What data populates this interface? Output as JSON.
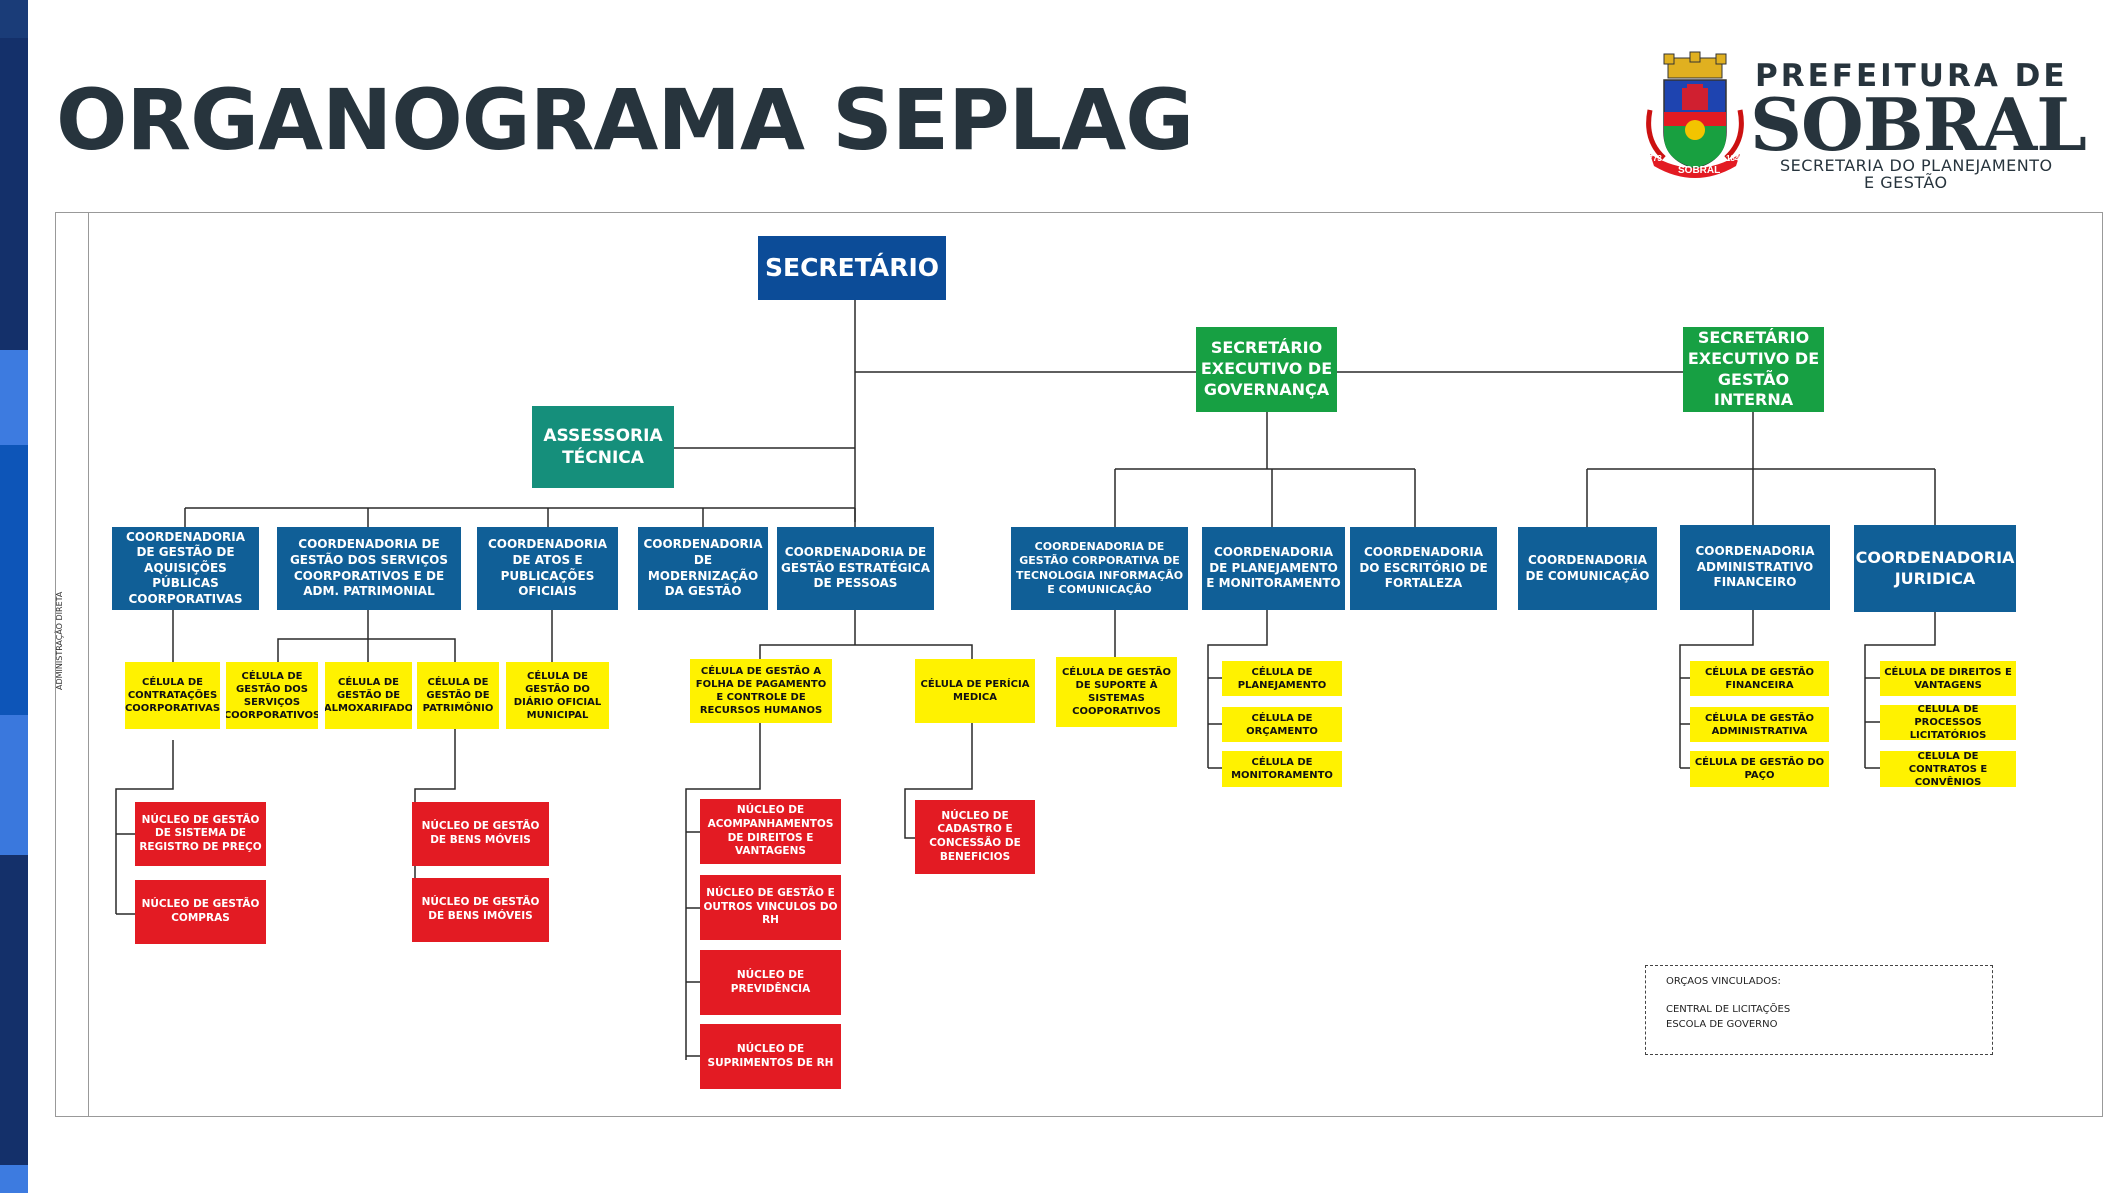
{
  "title": "ORGANOGRAMA SEPLAG",
  "logo": {
    "name_top": "PREFEITURA DE",
    "name_main": "SOBRAL",
    "subtitle_line1": "SECRETARIA DO PLANEJAMENTO",
    "subtitle_line2": "E GESTÃO",
    "seal_year_left": "1773",
    "seal_year_right": "1841",
    "seal_ribbon": "SOBRAL"
  },
  "colors": {
    "secretario": "#0c4c98",
    "executivo": "#17a043",
    "assessoria": "#158f7b",
    "coordenadoria": "#105f97",
    "celula": "#fff200",
    "nucleo": "#e31b23",
    "title": "#27343d"
  },
  "side_label": "ADMINISTRAÇÃO DIRETA",
  "org": {
    "secretario": "SECRETÁRIO",
    "assessoria": "ASSESSORIA TÉCNICA",
    "exec_governanca": "SECRETÁRIO EXECUTIVO DE GOVERNANÇA",
    "exec_gestao_interna": "SECRETÁRIO EXECUTIVO DE GESTÃO INTERNA",
    "coords": [
      "COORDENADORIA DE GESTÃO DE AQUISIÇÕES PÚBLICAS COORPORATIVAS",
      "COORDENADORIA DE GESTÃO DOS SERVIÇOS COORPORATIVOS E DE ADM. PATRIMONIAL",
      "COORDENADORIA DE ATOS E PUBLICAÇÕES OFICIAIS",
      "COORDENADORIA DE MODERNIZAÇÃO DA GESTÃO",
      "COORDENADORIA DE GESTÃO ESTRATÉGICA DE PESSOAS",
      "COORDENADORIA DE GESTÃO CORPORATIVA DE TECNOLOGIA INFORMAÇÃO E COMUNICAÇÃO",
      "COORDENADORIA DE PLANEJAMENTO E MONITORAMENTO",
      "COORDENADORIA DO ESCRITÓRIO DE FORTALEZA",
      "COORDENADORIA DE COMUNICAÇÃO",
      "COORDENADORIA ADMINISTRATIVO FINANCEIRO",
      "COORDENADORIA JURIDICA"
    ],
    "celulas": [
      "CÉLULA DE CONTRATAÇÕES COORPORATIVAS",
      "CÉLULA DE GESTÃO DOS SERVIÇOS COORPORATIVOS",
      "CÉLULA DE GESTÃO DE ALMOXARIFADO",
      "CÉLULA DE GESTÃO DE PATRIMÔNIO",
      "CÉLULA DE GESTÃO DO DIÁRIO OFICIAL MUNICIPAL",
      "CÉLULA DE GESTÃO A FOLHA DE PAGAMENTO E CONTROLE DE RECURSOS HUMANOS",
      "CÉLULA DE PERÍCIA MEDICA",
      "CÉLULA DE GESTÃO DE SUPORTE À SISTEMAS COOPORATIVOS",
      "CÉLULA DE PLANEJAMENTO",
      "CÉLULA DE ORÇAMENTO",
      "CÉLULA DE MONITORAMENTO",
      "CÉLULA DE GESTÃO FINANCEIRA",
      "CÉLULA DE GESTÃO ADMINISTRATIVA",
      "CÉLULA DE GESTÃO DO PAÇO",
      "CÉLULA DE DIREITOS E VANTAGENS",
      "CÉLULA DE PROCESSOS LICITATÓRIOS",
      "CÉLULA DE CONTRATOS E CONVÊNIOS"
    ],
    "nucleos": [
      "NÚCLEO DE GESTÃO DE SISTEMA DE REGISTRO DE PREÇO",
      "NÚCLEO DE GESTÃO COMPRAS",
      "NÚCLEO DE GESTÃO DE BENS MÓVEIS",
      "NÚCLEO DE GESTÃO DE BENS IMÓVEIS",
      "NÚCLEO DE ACOMPANHAMENTOS DE DIREITOS E VANTAGENS",
      "NÚCLEO DE GESTÃO E OUTROS VINCULOS DO RH",
      "NÚCLEO DE PREVIDÊNCIA",
      "NÚCLEO DE SUPRIMENTOS DE RH",
      "NÚCLEO DE CADASTRO E CONCESSÃO DE BENEFICIOS"
    ]
  },
  "orgaos_vinculados": {
    "title": "ORÇAOS VINCULADOS:",
    "items": [
      "CENTRAL DE LICITAÇÕES",
      "ESCOLA DE GOVERNO"
    ]
  }
}
